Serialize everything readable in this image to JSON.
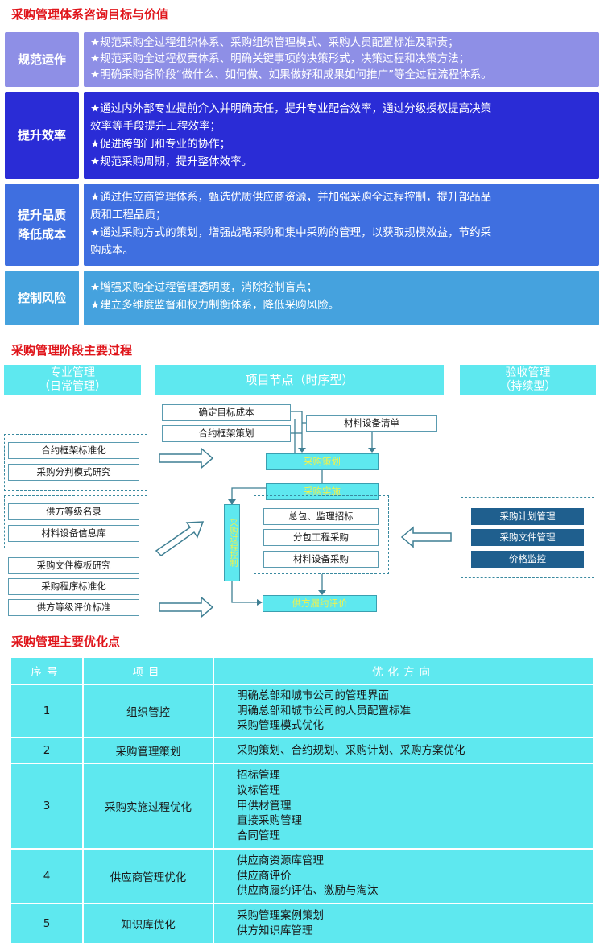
{
  "sections": {
    "values": "采购管理体系咨询目标与价值",
    "process": "采购管理阶段主要过程",
    "optimize": "采购管理主要优化点"
  },
  "values": [
    {
      "label": "规范运作",
      "lines": [
        "★规范采购全过程组织体系、采购组织管理模式、采购人员配置标准及职责；",
        "★规范采购全过程权责体系、明确关键事项的决策形式，决策过程和决策方法；",
        "★明确采购各阶段“做什么、如何做、如果做好和成果如何推广”等全过程流程体系。"
      ]
    },
    {
      "label": "提升效率",
      "lines": [
        "★通过内外部专业提前介入并明确责任，提升专业配合效率，通过分级授权提高决策",
        "效率等手段提升工程效率；",
        "★促进跨部门和专业的协作；",
        "★规范采购周期，提升整体效率。"
      ]
    },
    {
      "label": "提升品质\n降低成本",
      "lines": [
        "★通过供应商管理体系，甄选优质供应商资源，并加强采购全过程控制，提升部品品",
        "质和工程品质；",
        "★通过采购方式的策划，增强战略采购和集中采购的管理，以获取规模效益，节约采",
        "购成本。"
      ]
    },
    {
      "label": "控制风险",
      "lines": [
        "★增强采购全过程管理透明度，消除控制盲点；",
        "★建立多维度监督和权力制衡体系，降低采购风险。"
      ]
    }
  ],
  "process": {
    "headers": {
      "left_1": "专业管理",
      "left_2": "（日常管理）",
      "mid": "项目节点（时序型）",
      "right_1": "验收管理",
      "right_2": "（持续型）"
    },
    "left_group1": [
      "合约框架标准化",
      "采购分判模式研究"
    ],
    "left_group2": [
      "供方等级名录",
      "材料设备信息库"
    ],
    "left_group3": [
      "采购文件模板研究",
      "采购程序标准化",
      "供方等级评价标准"
    ],
    "top_boxes": [
      "确定目标成本",
      "合约框架策划"
    ],
    "materials_list": "材料设备清单",
    "plan_node": "采购策划",
    "execute_node": "采购实施",
    "execute_items": [
      "总包、监理招标",
      "分包工程采购",
      "材料设备采购"
    ],
    "vertical_node": "采购过程控制",
    "eval_node": "供方履约评价",
    "right_items": [
      "采购计划管理",
      "采购文件管理",
      "价格监控"
    ]
  },
  "table": {
    "headers": [
      "序号",
      "项目",
      "优化方向"
    ],
    "rows": [
      {
        "no": "1",
        "item": "组织管控",
        "dirs": [
          "明确总部和城市公司的管理界面",
          "明确总部和城市公司的人员配置标准",
          "采购管理模式优化"
        ]
      },
      {
        "no": "2",
        "item": "采购管理策划",
        "dirs": [
          "采购策划、合约规划、采购计划、采购方案优化"
        ]
      },
      {
        "no": "3",
        "item": "采购实施过程优化",
        "dirs": [
          "招标管理",
          "议标管理",
          "甲供材管理",
          "直接采购管理",
          "合同管理"
        ]
      },
      {
        "no": "4",
        "item": "供应商管理优化",
        "dirs": [
          "供应商资源库管理",
          "供应商评价",
          "供应商履约评估、激励与淘汰"
        ]
      },
      {
        "no": "5",
        "item": "知识库优化",
        "dirs": [
          "采购管理案例策划",
          "供方知识库管理"
        ]
      }
    ]
  },
  "colors": {
    "accent_red": "#e0151b",
    "cyan": "#5ee8ef",
    "navy": "#1f5f8e"
  }
}
